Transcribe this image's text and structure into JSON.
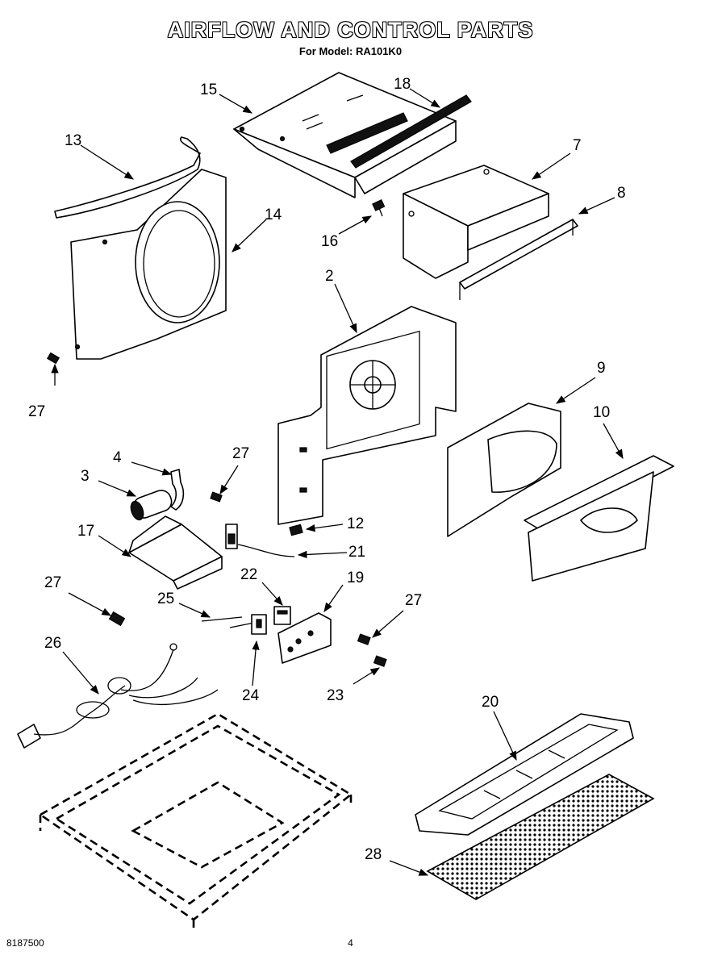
{
  "title": "AIRFLOW AND CONTROL PARTS",
  "subtitle": "For Model: RA101K0",
  "footer": {
    "doc_number": "8187500",
    "page_number": "4"
  },
  "labels": {
    "p2": "2",
    "p3": "3",
    "p4": "4",
    "p7": "7",
    "p8": "8",
    "p9": "9",
    "p10": "10",
    "p12": "12",
    "p13": "13",
    "p14": "14",
    "p15": "15",
    "p16": "16",
    "p17": "17",
    "p18": "18",
    "p19": "19",
    "p20": "20",
    "p21": "21",
    "p22": "22",
    "p23": "23",
    "p24": "24",
    "p25": "25",
    "p26": "26",
    "p27a": "27",
    "p27b": "27",
    "p27c": "27",
    "p27d": "27",
    "p28": "28"
  }
}
